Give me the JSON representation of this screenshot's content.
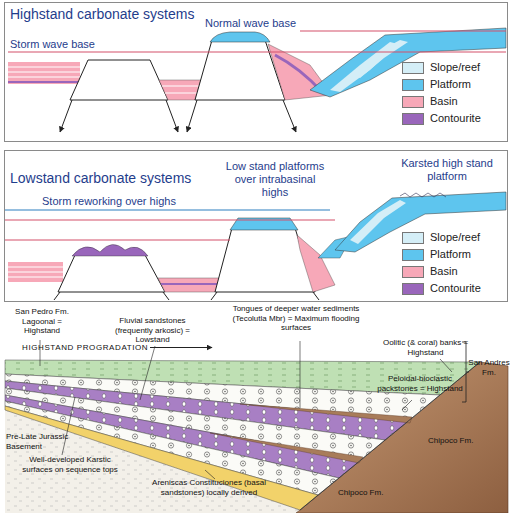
{
  "diagram": {
    "nodes": [
      {
        "text": [
          "Highstand carbonate systems"
        ]
      },
      {
        "text": [
          "Lowstand carbonate systems"
        ]
      }
    ],
    "labels": [
      "Normal wave base",
      "Storm wave base",
      "Storm reworking over highs",
      "Low stand platforms over intrabasinal highs",
      "Karsted high stand platform",
      "San Pedro Fm. Lagoonal = Highstand",
      "Fluvial sandstones (frequently arkosic) = Lowstand",
      "Tongues of deeper water sediments (Tecolutla Mbr) = Maximum flooding surfaces",
      "HIGHSTAND PROGRADATION",
      "Oolitic (& coral) banks = Highstand",
      "San Andres Fm.",
      "Peloidal-bioclastic packstones = Highstand",
      "Pre-Late Jurassic Basement",
      "Well-developed Karstic surfaces on sequence tops",
      "Areniscas Constituciones (basal sandstones) locally derived",
      "Chipoco Fm.",
      "Chipoco Fm."
    ],
    "legend": [
      {
        "text": "Slope/reef",
        "color": "#d4eef7"
      },
      {
        "text": "Platform",
        "color": "#5ec5ee"
      },
      {
        "text": "Basin",
        "color": "#f7a8b8"
      },
      {
        "text": "Contourite",
        "color": "#9966bb"
      },
      {
        "text": "Slope/reef",
        "color": "#d4eef7"
      },
      {
        "text": "Platform",
        "color": "#5ec5ee"
      },
      {
        "text": "Basin",
        "color": "#f7a8b8"
      },
      {
        "text": "Contourite",
        "color": "#9966bb"
      }
    ]
  }
}
